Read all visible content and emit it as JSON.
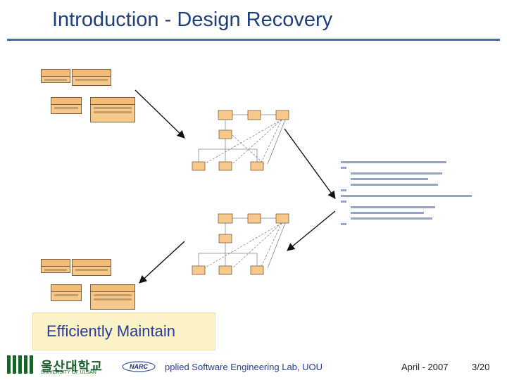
{
  "slide": {
    "title": "Introduction - Design Recovery",
    "banner": "Efficiently Maintain"
  },
  "footer": {
    "university_name": "울산대학교",
    "university_sub": "UNIVERSITY OF ULSAN",
    "lab_logo": "NARC",
    "lab_text": "pplied Software Engineering Lab, UOU",
    "date": "April - 2007",
    "page": "3/20"
  },
  "colors": {
    "title": "#1f3f7a",
    "rule": "#4a6aa8",
    "uml_box": "#f6c98a",
    "banner_bg": "#fbf3c6",
    "banner_text": "#2a3a9a",
    "logo_green": "#1b5f2c"
  }
}
